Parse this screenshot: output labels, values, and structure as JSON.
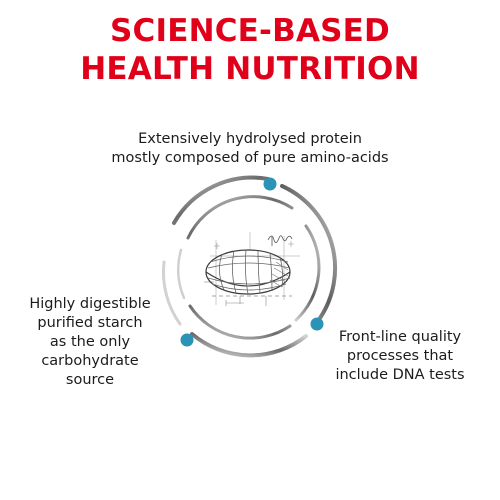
{
  "headline": {
    "line1": "SCIENCE-BASED",
    "line2": "HEALTH NUTRITION",
    "color": "#e1001a"
  },
  "features": {
    "top": {
      "line1": "Extensively hydrolysed protein",
      "line2": "mostly composed of pure amino-acids"
    },
    "left": {
      "line1": "Highly digestible",
      "line2": "purified starch",
      "line3": "as the only",
      "line4": "carbohydrate",
      "line5": "source"
    },
    "right": {
      "line1": "Front-line quality",
      "line2": "processes that",
      "line3": "include DNA tests"
    }
  },
  "colors": {
    "accent_dot": "#2b93b6",
    "ring_dark": "#5a5a5a",
    "ring_light": "#d9d9d9"
  },
  "illustration": {
    "subject": "sketch of kibble with wireframe grid",
    "icon": "kibble-sketch-icon"
  }
}
